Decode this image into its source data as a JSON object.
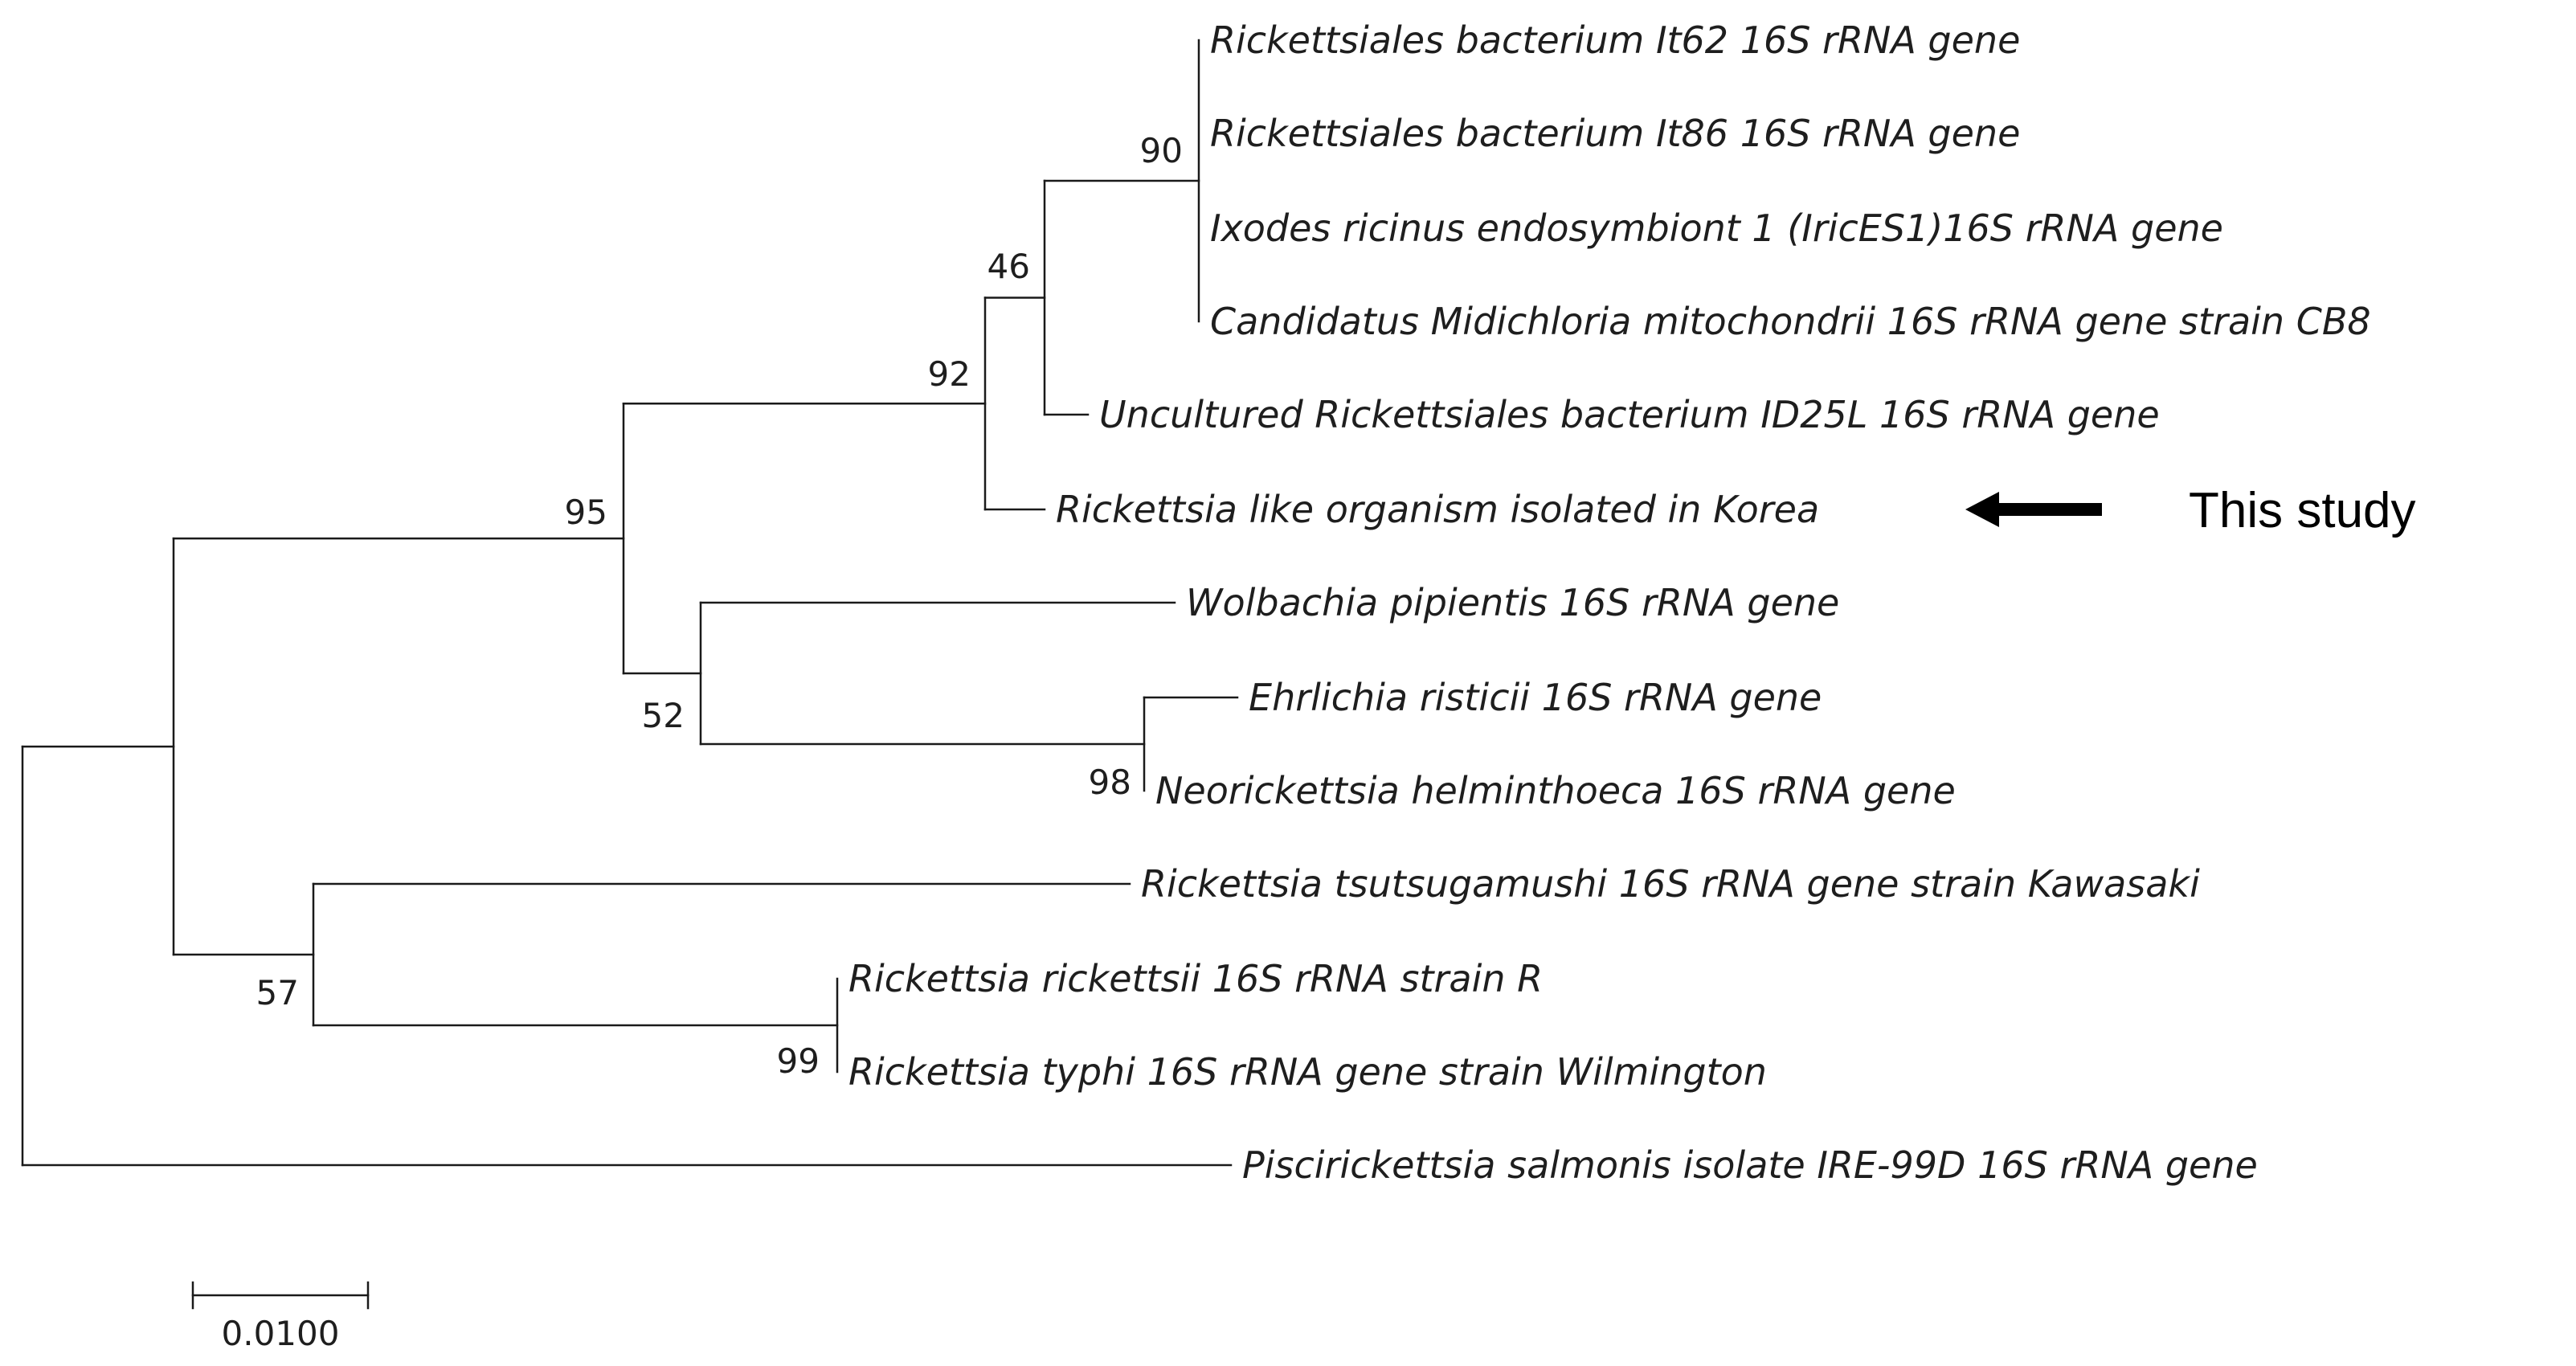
{
  "tree": {
    "leaves": [
      {
        "id": "L0",
        "label": "Rickettsiales bacterium It62 16S rRNA gene"
      },
      {
        "id": "L1",
        "label": "Rickettsiales bacterium It86 16S rRNA gene"
      },
      {
        "id": "L2",
        "label": "Ixodes ricinus endosymbiont 1 (IricES1)16S rRNA gene"
      },
      {
        "id": "L3",
        "label": "Candidatus Midichloria mitochondrii 16S rRNA gene strain CB8"
      },
      {
        "id": "L4",
        "label": "Uncultured Rickettsiales bacterium ID25L 16S rRNA gene"
      },
      {
        "id": "L5",
        "label": "Rickettsia like organism isolated in Korea"
      },
      {
        "id": "L6",
        "label": "Wolbachia pipientis 16S rRNA gene"
      },
      {
        "id": "L7",
        "label": "Ehrlichia risticii 16S rRNA gene"
      },
      {
        "id": "L8",
        "label": "Neorickettsia helminthoeca 16S rRNA gene"
      },
      {
        "id": "L9",
        "label": "Rickettsia tsutsugamushi 16S rRNA gene strain Kawasaki"
      },
      {
        "id": "L10",
        "label": "Rickettsia rickettsii 16S rRNA strain R"
      },
      {
        "id": "L11",
        "label": "Rickettsia typhi 16S rRNA gene strain Wilmington"
      },
      {
        "id": "L12",
        "label": "Piscirickettsia salmonis isolate IRE-99D 16S rRNA gene"
      }
    ],
    "supports": [
      {
        "node": "N90",
        "value": "90"
      },
      {
        "node": "N46",
        "value": "46"
      },
      {
        "node": "N92",
        "value": "92"
      },
      {
        "node": "N95",
        "value": "95"
      },
      {
        "node": "N52",
        "value": "52"
      },
      {
        "node": "N98",
        "value": "98"
      },
      {
        "node": "N57",
        "value": "57"
      },
      {
        "node": "N99",
        "value": "99"
      }
    ],
    "scale_bar": {
      "label": "0.0100",
      "length": 0.01
    }
  },
  "annotation": {
    "text": "This study",
    "target_leaf": "L5",
    "icon": "left-arrow-icon"
  }
}
